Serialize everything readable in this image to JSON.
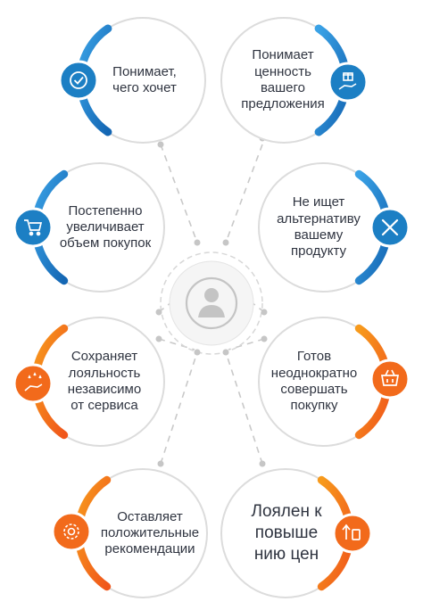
{
  "colors": {
    "blue": "#1c7fc4",
    "blue_light": "#3aa2e6",
    "orange": "#f26a1b",
    "orange_light": "#f79a1c",
    "ring_gray": "#dcdcdc",
    "text": "#2f3440",
    "dash": "#c7c7c7"
  },
  "center": {
    "icon": "user-avatar-icon"
  },
  "cards": [
    {
      "id": "understands-wants",
      "text": "Понимает,\nчего хочет",
      "icon": "badge-check-icon",
      "color": "blue"
    },
    {
      "id": "understands-value",
      "text": "Понимает\nценность\nвашего\nпредложения",
      "icon": "hand-gift-icon",
      "color": "blue"
    },
    {
      "id": "increases-volume",
      "text": "Постепенно\nувеличивает\nобъем покупок",
      "icon": "shopping-cart-icon",
      "color": "blue"
    },
    {
      "id": "no-alternative",
      "text": "Не ищет\nальтернативу\nвашему\nпродукту",
      "icon": "cross-tools-icon",
      "color": "blue"
    },
    {
      "id": "stays-loyal",
      "text": "Сохраняет\nлояльность\nнезависимо\nот сервиса",
      "icon": "hand-stars-icon",
      "color": "orange"
    },
    {
      "id": "ready-to-repeat",
      "text": "Готов\nнеоднократно\nсовершать\nпокупку",
      "icon": "basket-icon",
      "color": "orange"
    },
    {
      "id": "recommends",
      "text": "Оставляет\nположительные\nрекомендации",
      "icon": "like-gear-icon",
      "color": "orange"
    },
    {
      "id": "loyal-to-prices",
      "text": "Лоялен к\nповыше\nнию цен",
      "icon": "price-up-icon",
      "color": "orange"
    }
  ]
}
